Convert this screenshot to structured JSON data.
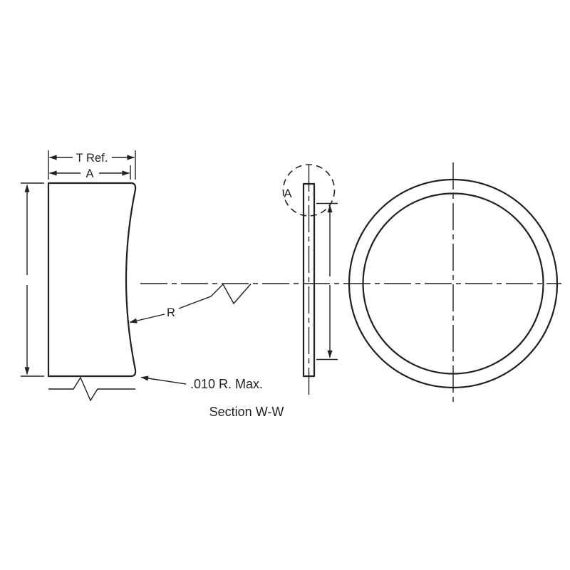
{
  "page": {
    "background": "#ffffff",
    "line_color": "#231f20"
  },
  "drawing": {
    "type": "engineering-section-drawing",
    "labels": {
      "thickness_ref": "T Ref.",
      "dim_a": "A",
      "radius": "R",
      "edge_radius_note": ".010 R. Max.",
      "section_caption": "Section W-W",
      "detail_callout": "A"
    }
  }
}
